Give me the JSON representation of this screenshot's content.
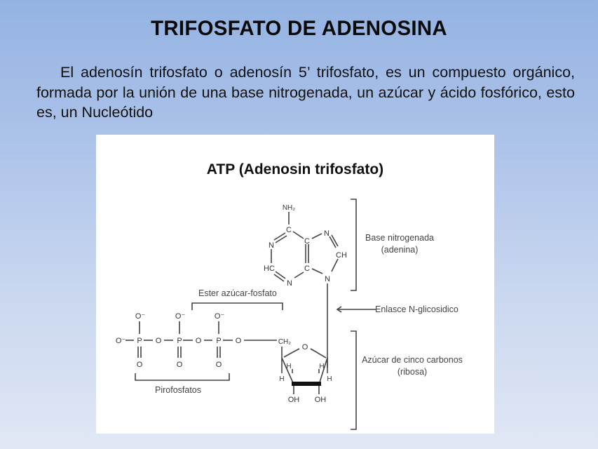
{
  "slide": {
    "title": "TRIFOSFATO DE ADENOSINA",
    "paragraph": "El adenosín trifosfato o adenosín 5’ trifosfato, es un compuesto orgánico, formada por la unión de una base nitrogenada, un azúcar y ácido fosfórico, esto es, un Nucleótido",
    "background_colors": [
      "#94b3e2",
      "#e1e7f5"
    ]
  },
  "figure": {
    "title": "ATP (Adenosin trifosfato)",
    "labels": {
      "base_line1": "Base nitrogenada",
      "base_line2": "(adenina)",
      "bond": "Enlasce N-glicosidico",
      "sugar_line1": "Azúcar de cinco carbonos",
      "sugar_line2": "(ribosa)",
      "ester": "Ester azúcar-fosfato",
      "pyro": "Pirofosfatos"
    },
    "atoms": {
      "nh2": "NH₂",
      "c": "C",
      "n": "N",
      "ch": "CH",
      "hc": "HC",
      "o": "O",
      "o_minus": "O⁻",
      "p": "P",
      "ch2": "CH₂",
      "h": "H",
      "oh": "OH"
    }
  }
}
